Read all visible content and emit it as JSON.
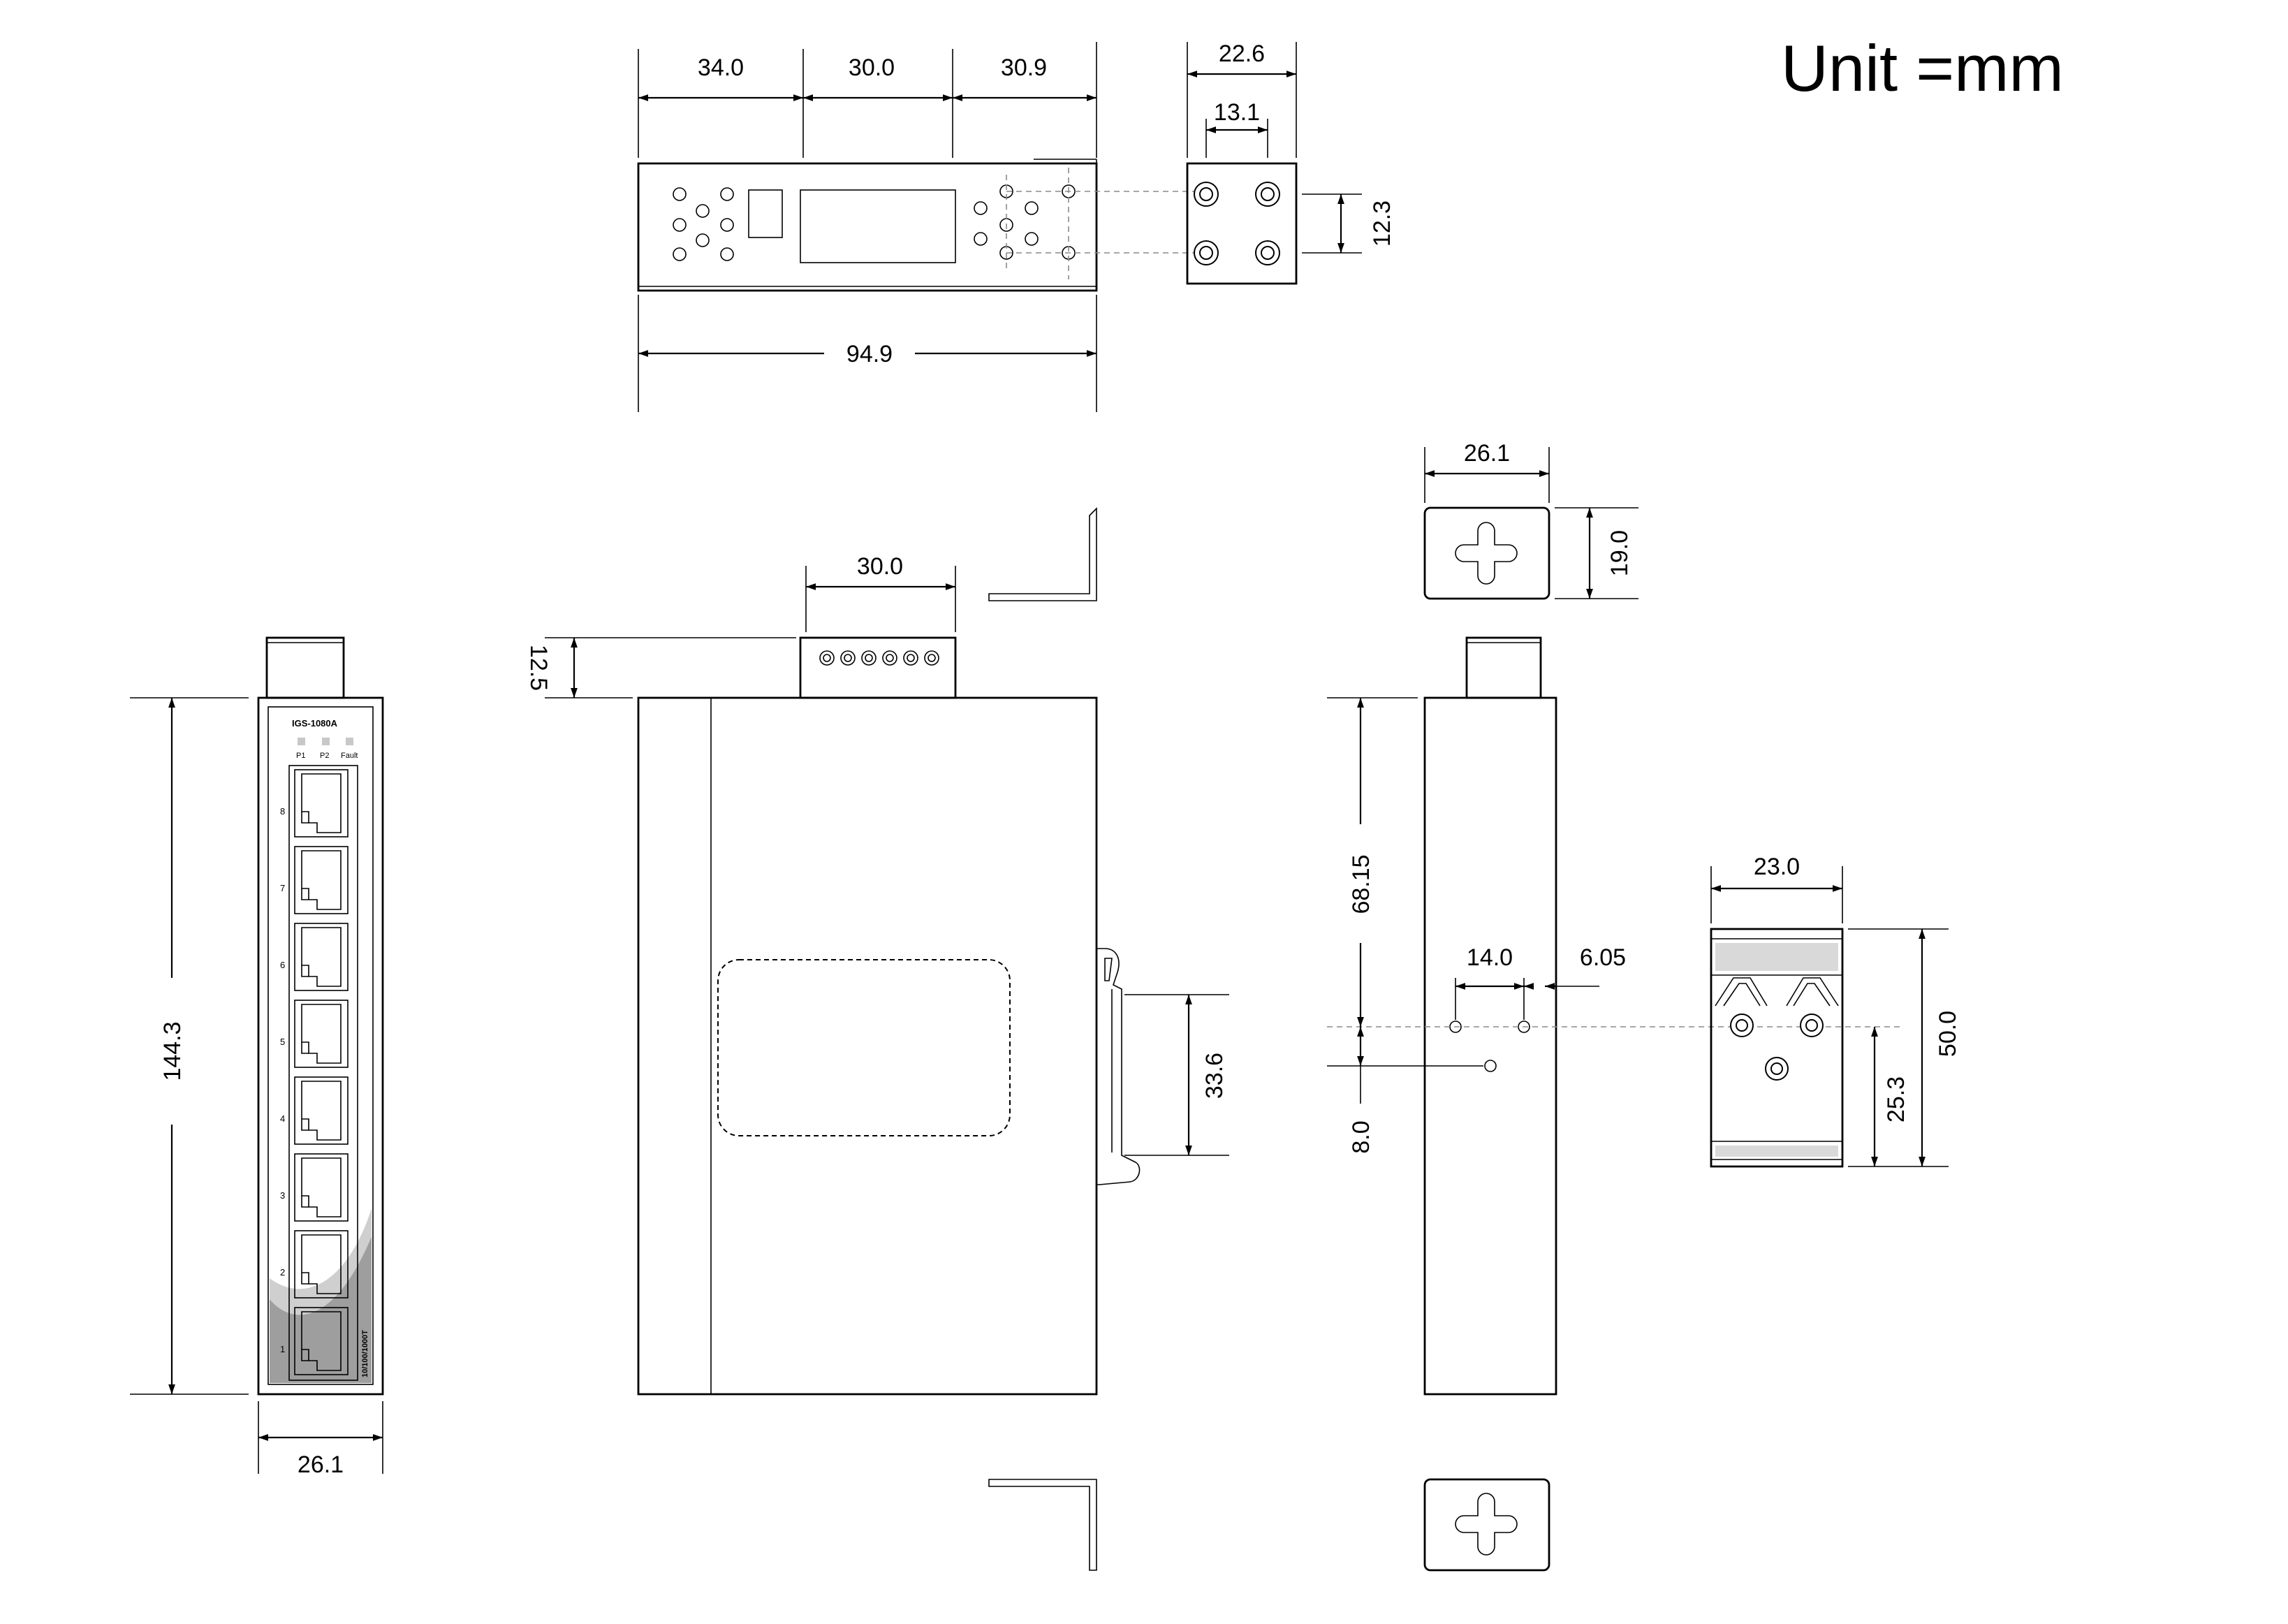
{
  "unit_label": "Unit =mm",
  "top_view": {
    "dims_top": [
      "34.0",
      "30.0",
      "30.9"
    ],
    "dim_bottom": "94.9"
  },
  "clip_top": {
    "dim_width": "22.6",
    "dim_inner": "13.1",
    "dim_height": "12.3"
  },
  "front_view": {
    "model": "IGS-1080A",
    "leds": [
      "P1",
      "P2",
      "Fault"
    ],
    "port_numbers": [
      "8",
      "7",
      "6",
      "5",
      "4",
      "3",
      "2",
      "1"
    ],
    "port_type": "10/100/1000T",
    "dim_height": "144.3",
    "dim_width": "26.1"
  },
  "side_view": {
    "dim_connector_width": "30.0",
    "dim_connector_height": "12.5",
    "dim_rail": "33.6"
  },
  "rear_view": {
    "dim_bracket_width": "26.1",
    "dim_bracket_height": "19.0",
    "dim_upper": "68.15",
    "dim_lower": "8.0",
    "dim_hole_spacing": "14.0",
    "dim_hole_offset": "6.05"
  },
  "din_clip": {
    "dim_width": "23.0",
    "dim_height": "50.0",
    "dim_hole": "25.3"
  }
}
